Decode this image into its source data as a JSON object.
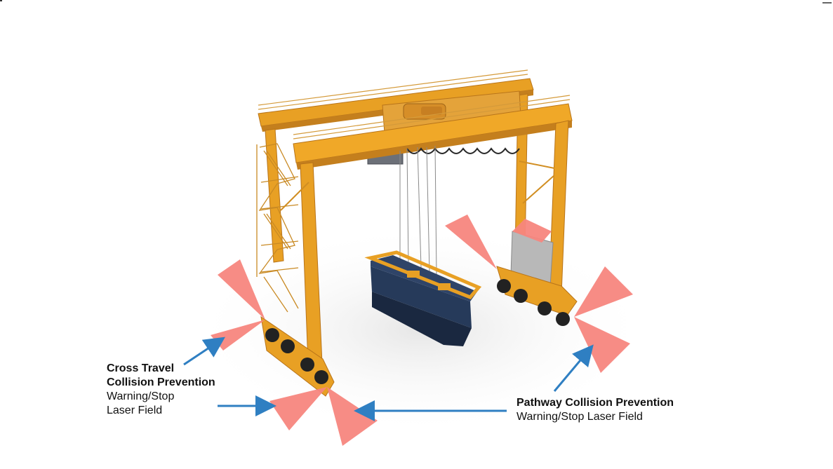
{
  "labels": {
    "cross_travel": {
      "title_line1": "Cross Travel",
      "title_line2": "Collision Prevention",
      "sub_line1": "Warning/Stop",
      "sub_line2": "Laser Field"
    },
    "pathway": {
      "title": "Pathway Collision Prevention",
      "sub": "Warning/Stop Laser Field"
    }
  },
  "colors": {
    "crane": "#e8a024",
    "crane_dark": "#b8741a",
    "container": "#1d2b44",
    "laser_field": "#f7867e",
    "arrow": "#2f7fc2",
    "text": "#111111"
  },
  "icons": [
    "crane-illustration",
    "laser-field-icon",
    "arrow-icon"
  ]
}
